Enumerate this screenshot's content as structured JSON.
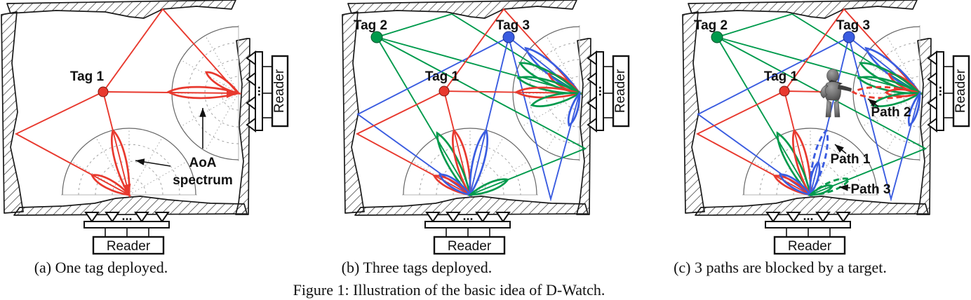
{
  "figure": {
    "caption": "Figure 1: Illustration of the basic idea of D-Watch.",
    "reader_label": "Reader",
    "ellipsis": "...",
    "colors": {
      "tag1_red": "#e8392e",
      "tag2_green": "#009a4c",
      "tag3_blue": "#3a5ce0",
      "ink": "#1a1a1a",
      "human_gray": "#6e6e6e"
    },
    "panels": [
      {
        "id": "a",
        "caption": "(a) One tag deployed.",
        "tags": [
          {
            "label": "Tag 1",
            "color": "#e8392e"
          }
        ],
        "aoa_label": {
          "line1": "AoA",
          "line2": "spectrum"
        }
      },
      {
        "id": "b",
        "caption": "(b) Three tags deployed.",
        "tags": [
          {
            "label": "Tag 1",
            "color": "#e8392e"
          },
          {
            "label": "Tag 2",
            "color": "#009a4c"
          },
          {
            "label": "Tag 3",
            "color": "#3a5ce0"
          }
        ]
      },
      {
        "id": "c",
        "caption": "(c) 3 paths are blocked by a target.",
        "tags": [
          {
            "label": "Tag 1",
            "color": "#e8392e"
          },
          {
            "label": "Tag 2",
            "color": "#009a4c"
          },
          {
            "label": "Tag 3",
            "color": "#3a5ce0"
          }
        ],
        "path_labels": [
          {
            "label": "Path 1"
          },
          {
            "label": "Path 2"
          },
          {
            "label": "Path 3"
          }
        ]
      }
    ]
  }
}
